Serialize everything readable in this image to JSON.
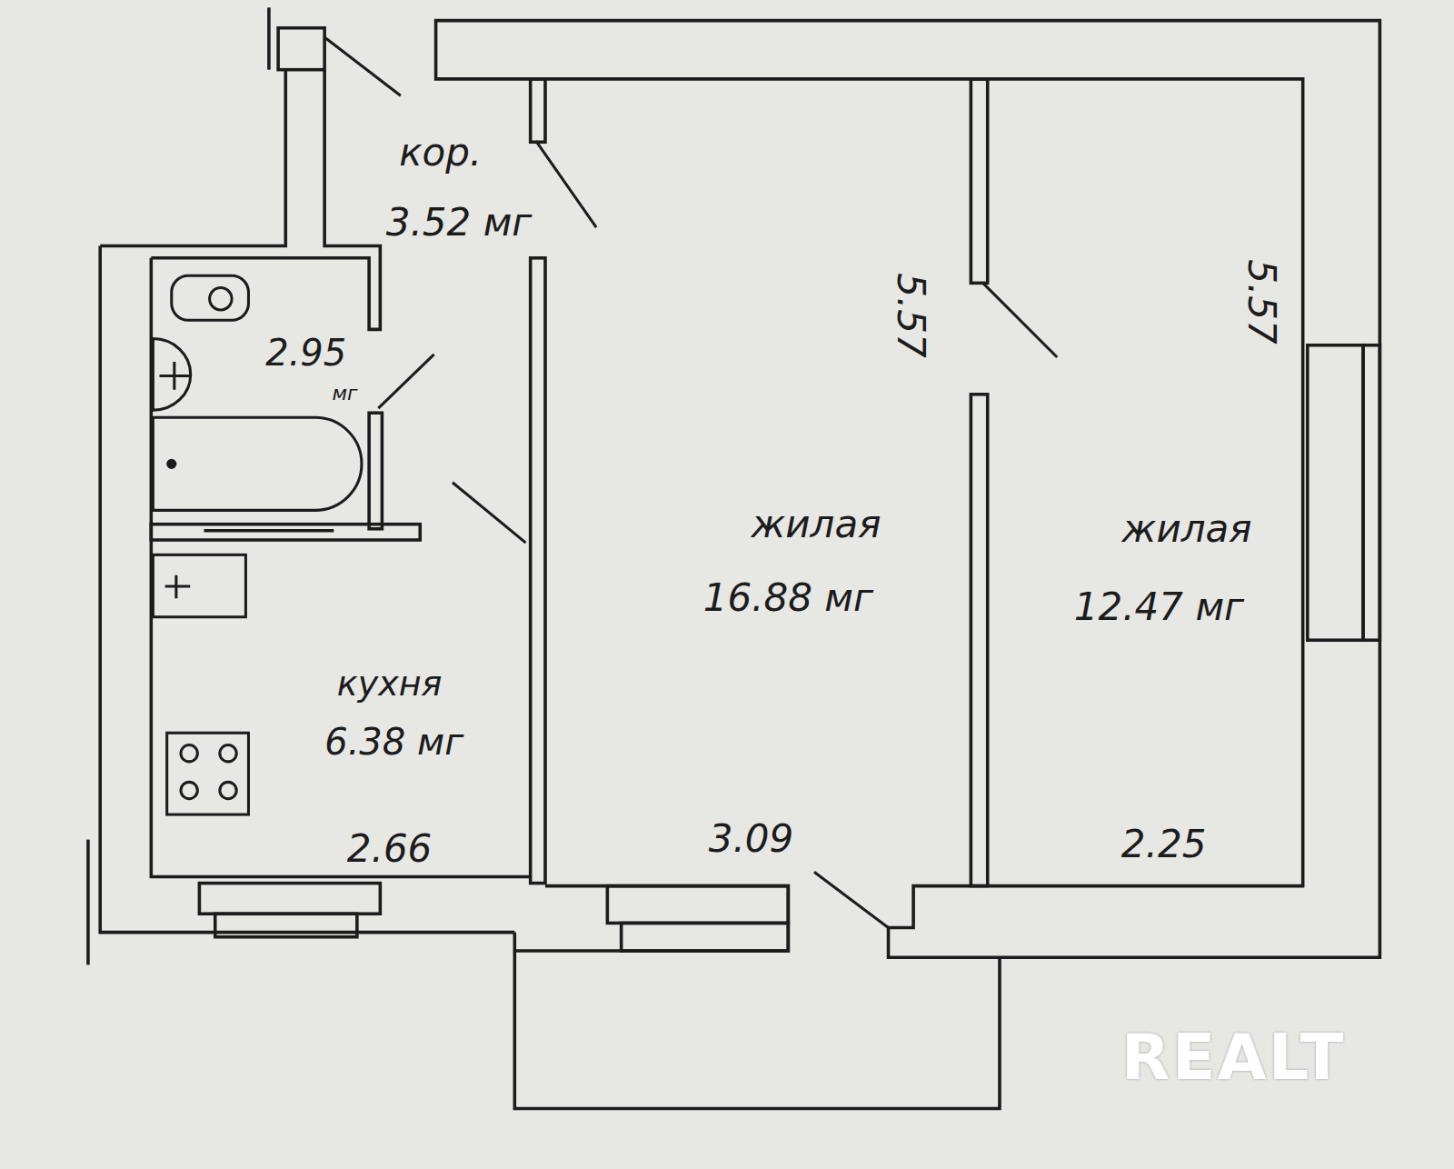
{
  "diagram": {
    "labels": [
      "кор.",
      "3.52 мг",
      "2.95",
      "мг",
      "жилая",
      "16.88 мг",
      "жилая",
      "12.47 мг",
      "кухня",
      "6.38 мг",
      "2.66",
      "3.09",
      "2.25",
      "5.57",
      "5.57",
      "REALT"
    ]
  }
}
